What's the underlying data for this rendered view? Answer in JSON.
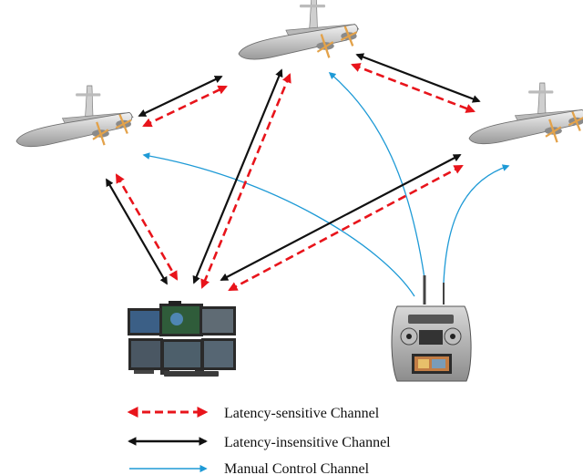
{
  "colors": {
    "latency_sensitive": "#e8141b",
    "latency_insensitive": "#111111",
    "manual_control": "#1e9ad6"
  },
  "nodes": [
    {
      "id": "uav-left",
      "icon": "fixed-wing-uav-icon"
    },
    {
      "id": "uav-top",
      "icon": "fixed-wing-uav-icon"
    },
    {
      "id": "uav-right",
      "icon": "fixed-wing-uav-icon"
    },
    {
      "id": "ground-station",
      "icon": "ground-control-computer-icon"
    },
    {
      "id": "remote-controller",
      "icon": "rc-transmitter-icon"
    }
  ],
  "legend": {
    "latency_sensitive": "Latency-sensitive Channel",
    "latency_insensitive": "Latency-insensitive Channel",
    "manual_control": "Manual Control Channel"
  }
}
